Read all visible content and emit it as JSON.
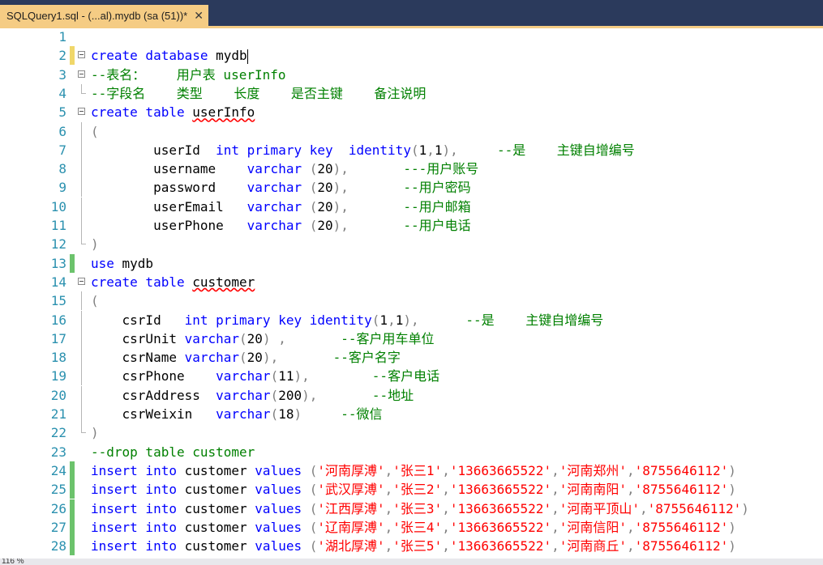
{
  "tab": {
    "title": "SQLQuery1.sql - (...al).mydb (sa (51))*",
    "close_glyph": "✕"
  },
  "status": {
    "zoom": "116 %"
  },
  "lines": [
    {
      "n": "1",
      "mark": "",
      "fold": false,
      "guide": "",
      "tokens": []
    },
    {
      "n": "2",
      "mark": "yellow",
      "fold": true,
      "guide": "",
      "tokens": [
        [
          "kw",
          "create database "
        ],
        [
          "",
          "mydb"
        ]
      ],
      "caret": true
    },
    {
      "n": "3",
      "mark": "",
      "fold": true,
      "guide": "",
      "tokens": [
        [
          "cm",
          "--表名：    用户表 userInfo"
        ]
      ]
    },
    {
      "n": "4",
      "mark": "",
      "fold": false,
      "guide": "end",
      "tokens": [
        [
          "cm",
          "--字段名    类型    长度    是否主键    备注说明"
        ]
      ]
    },
    {
      "n": "5",
      "mark": "",
      "fold": true,
      "guide": "",
      "tokens": [
        [
          "kw",
          "create table "
        ],
        [
          "sq",
          "userInfo"
        ]
      ]
    },
    {
      "n": "6",
      "mark": "",
      "fold": false,
      "guide": "line",
      "tokens": [
        [
          "gray",
          "("
        ]
      ]
    },
    {
      "n": "7",
      "mark": "",
      "fold": false,
      "guide": "line",
      "tokens": [
        [
          "",
          "        "
        ],
        [
          "",
          "userId  "
        ],
        [
          "kw",
          "int primary key  identity"
        ],
        [
          "gray",
          "("
        ],
        [
          "",
          "1"
        ],
        [
          "gray",
          ","
        ],
        [
          "",
          "1"
        ],
        [
          "gray",
          "),     "
        ],
        [
          "cm",
          "--是    主键自增编号"
        ]
      ]
    },
    {
      "n": "8",
      "mark": "",
      "fold": false,
      "guide": "line",
      "tokens": [
        [
          "",
          "        username    "
        ],
        [
          "kw",
          "varchar "
        ],
        [
          "gray",
          "("
        ],
        [
          "",
          "20"
        ],
        [
          "gray",
          "),       "
        ],
        [
          "cm",
          "---用户账号"
        ]
      ]
    },
    {
      "n": "9",
      "mark": "",
      "fold": false,
      "guide": "line",
      "tokens": [
        [
          "",
          "        password    "
        ],
        [
          "kw",
          "varchar "
        ],
        [
          "gray",
          "("
        ],
        [
          "",
          "20"
        ],
        [
          "gray",
          "),       "
        ],
        [
          "cm",
          "--用户密码"
        ]
      ]
    },
    {
      "n": "10",
      "mark": "",
      "fold": false,
      "guide": "line",
      "tokens": [
        [
          "",
          "        userEmail   "
        ],
        [
          "kw",
          "varchar "
        ],
        [
          "gray",
          "("
        ],
        [
          "",
          "20"
        ],
        [
          "gray",
          "),       "
        ],
        [
          "cm",
          "--用户邮箱"
        ]
      ]
    },
    {
      "n": "11",
      "mark": "",
      "fold": false,
      "guide": "line",
      "tokens": [
        [
          "",
          "        userPhone   "
        ],
        [
          "kw",
          "varchar "
        ],
        [
          "gray",
          "("
        ],
        [
          "",
          "20"
        ],
        [
          "gray",
          "),       "
        ],
        [
          "cm",
          "--用户电话"
        ]
      ]
    },
    {
      "n": "12",
      "mark": "",
      "fold": false,
      "guide": "end",
      "tokens": [
        [
          "gray",
          ")"
        ]
      ]
    },
    {
      "n": "13",
      "mark": "green",
      "fold": false,
      "guide": "",
      "tokens": [
        [
          "kw",
          "use "
        ],
        [
          "",
          "mydb"
        ]
      ]
    },
    {
      "n": "14",
      "mark": "",
      "fold": true,
      "guide": "",
      "tokens": [
        [
          "kw",
          "create table "
        ],
        [
          "sq",
          "customer"
        ]
      ]
    },
    {
      "n": "15",
      "mark": "",
      "fold": false,
      "guide": "line",
      "tokens": [
        [
          "gray",
          "("
        ]
      ]
    },
    {
      "n": "16",
      "mark": "",
      "fold": false,
      "guide": "line",
      "tokens": [
        [
          "",
          "    csrId   "
        ],
        [
          "kw",
          "int primary key identity"
        ],
        [
          "gray",
          "("
        ],
        [
          "",
          "1"
        ],
        [
          "gray",
          ","
        ],
        [
          "",
          "1"
        ],
        [
          "gray",
          "),      "
        ],
        [
          "cm",
          "--是    主键自增编号"
        ]
      ]
    },
    {
      "n": "17",
      "mark": "",
      "fold": false,
      "guide": "line",
      "tokens": [
        [
          "",
          "    csrUnit "
        ],
        [
          "kw",
          "varchar"
        ],
        [
          "gray",
          "("
        ],
        [
          "",
          "20"
        ],
        [
          "gray",
          ") ,       "
        ],
        [
          "cm",
          "--客户用车单位"
        ]
      ]
    },
    {
      "n": "18",
      "mark": "",
      "fold": false,
      "guide": "line",
      "tokens": [
        [
          "",
          "    csrName "
        ],
        [
          "kw",
          "varchar"
        ],
        [
          "gray",
          "("
        ],
        [
          "",
          "20"
        ],
        [
          "gray",
          "),       "
        ],
        [
          "cm",
          "--客户名字"
        ]
      ]
    },
    {
      "n": "19",
      "mark": "",
      "fold": false,
      "guide": "line",
      "tokens": [
        [
          "",
          "    csrPhone    "
        ],
        [
          "kw",
          "varchar"
        ],
        [
          "gray",
          "("
        ],
        [
          "",
          "11"
        ],
        [
          "gray",
          "),        "
        ],
        [
          "cm",
          "--客户电话"
        ]
      ]
    },
    {
      "n": "20",
      "mark": "",
      "fold": false,
      "guide": "line",
      "tokens": [
        [
          "",
          "    csrAddress  "
        ],
        [
          "kw",
          "varchar"
        ],
        [
          "gray",
          "("
        ],
        [
          "",
          "200"
        ],
        [
          "gray",
          "),       "
        ],
        [
          "cm",
          "--地址"
        ]
      ]
    },
    {
      "n": "21",
      "mark": "",
      "fold": false,
      "guide": "line",
      "tokens": [
        [
          "",
          "    csrWeixin   "
        ],
        [
          "kw",
          "varchar"
        ],
        [
          "gray",
          "("
        ],
        [
          "",
          "18"
        ],
        [
          "gray",
          ")     "
        ],
        [
          "cm",
          "--微信"
        ]
      ]
    },
    {
      "n": "22",
      "mark": "",
      "fold": false,
      "guide": "end",
      "tokens": [
        [
          "gray",
          ")"
        ]
      ]
    },
    {
      "n": "23",
      "mark": "",
      "fold": false,
      "guide": "",
      "tokens": [
        [
          "cm",
          "--drop table customer"
        ]
      ]
    },
    {
      "n": "24",
      "mark": "green",
      "fold": false,
      "guide": "",
      "tokens": [
        [
          "kw",
          "insert into "
        ],
        [
          "",
          "customer "
        ],
        [
          "kw",
          "values "
        ],
        [
          "gray",
          "("
        ],
        [
          "str",
          "'河南厚溥'"
        ],
        [
          "gray",
          ","
        ],
        [
          "str",
          "'张三1'"
        ],
        [
          "gray",
          ","
        ],
        [
          "str",
          "'13663665522'"
        ],
        [
          "gray",
          ","
        ],
        [
          "str",
          "'河南郑州'"
        ],
        [
          "gray",
          ","
        ],
        [
          "str",
          "'8755646112'"
        ],
        [
          "gray",
          ")"
        ]
      ]
    },
    {
      "n": "25",
      "mark": "green",
      "fold": false,
      "guide": "",
      "tokens": [
        [
          "kw",
          "insert into "
        ],
        [
          "",
          "customer "
        ],
        [
          "kw",
          "values "
        ],
        [
          "gray",
          "("
        ],
        [
          "str",
          "'武汉厚溥'"
        ],
        [
          "gray",
          ","
        ],
        [
          "str",
          "'张三2'"
        ],
        [
          "gray",
          ","
        ],
        [
          "str",
          "'13663665522'"
        ],
        [
          "gray",
          ","
        ],
        [
          "str",
          "'河南南阳'"
        ],
        [
          "gray",
          ","
        ],
        [
          "str",
          "'8755646112'"
        ],
        [
          "gray",
          ")"
        ]
      ]
    },
    {
      "n": "26",
      "mark": "green",
      "fold": false,
      "guide": "",
      "tokens": [
        [
          "kw",
          "insert into "
        ],
        [
          "",
          "customer "
        ],
        [
          "kw",
          "values "
        ],
        [
          "gray",
          "("
        ],
        [
          "str",
          "'江西厚溥'"
        ],
        [
          "gray",
          ","
        ],
        [
          "str",
          "'张三3'"
        ],
        [
          "gray",
          ","
        ],
        [
          "str",
          "'13663665522'"
        ],
        [
          "gray",
          ","
        ],
        [
          "str",
          "'河南平顶山'"
        ],
        [
          "gray",
          ","
        ],
        [
          "str",
          "'8755646112'"
        ],
        [
          "gray",
          ")"
        ]
      ]
    },
    {
      "n": "27",
      "mark": "green",
      "fold": false,
      "guide": "",
      "tokens": [
        [
          "kw",
          "insert into "
        ],
        [
          "",
          "customer "
        ],
        [
          "kw",
          "values "
        ],
        [
          "gray",
          "("
        ],
        [
          "str",
          "'辽南厚溥'"
        ],
        [
          "gray",
          ","
        ],
        [
          "str",
          "'张三4'"
        ],
        [
          "gray",
          ","
        ],
        [
          "str",
          "'13663665522'"
        ],
        [
          "gray",
          ","
        ],
        [
          "str",
          "'河南信阳'"
        ],
        [
          "gray",
          ","
        ],
        [
          "str",
          "'8755646112'"
        ],
        [
          "gray",
          ")"
        ]
      ]
    },
    {
      "n": "28",
      "mark": "green",
      "fold": false,
      "guide": "",
      "tokens": [
        [
          "kw",
          "insert into "
        ],
        [
          "",
          "customer "
        ],
        [
          "kw",
          "values "
        ],
        [
          "gray",
          "("
        ],
        [
          "str",
          "'湖北厚溥'"
        ],
        [
          "gray",
          ","
        ],
        [
          "str",
          "'张三5'"
        ],
        [
          "gray",
          ","
        ],
        [
          "str",
          "'13663665522'"
        ],
        [
          "gray",
          ","
        ],
        [
          "str",
          "'河南商丘'"
        ],
        [
          "gray",
          ","
        ],
        [
          "str",
          "'8755646112'"
        ],
        [
          "gray",
          ")"
        ]
      ]
    }
  ]
}
